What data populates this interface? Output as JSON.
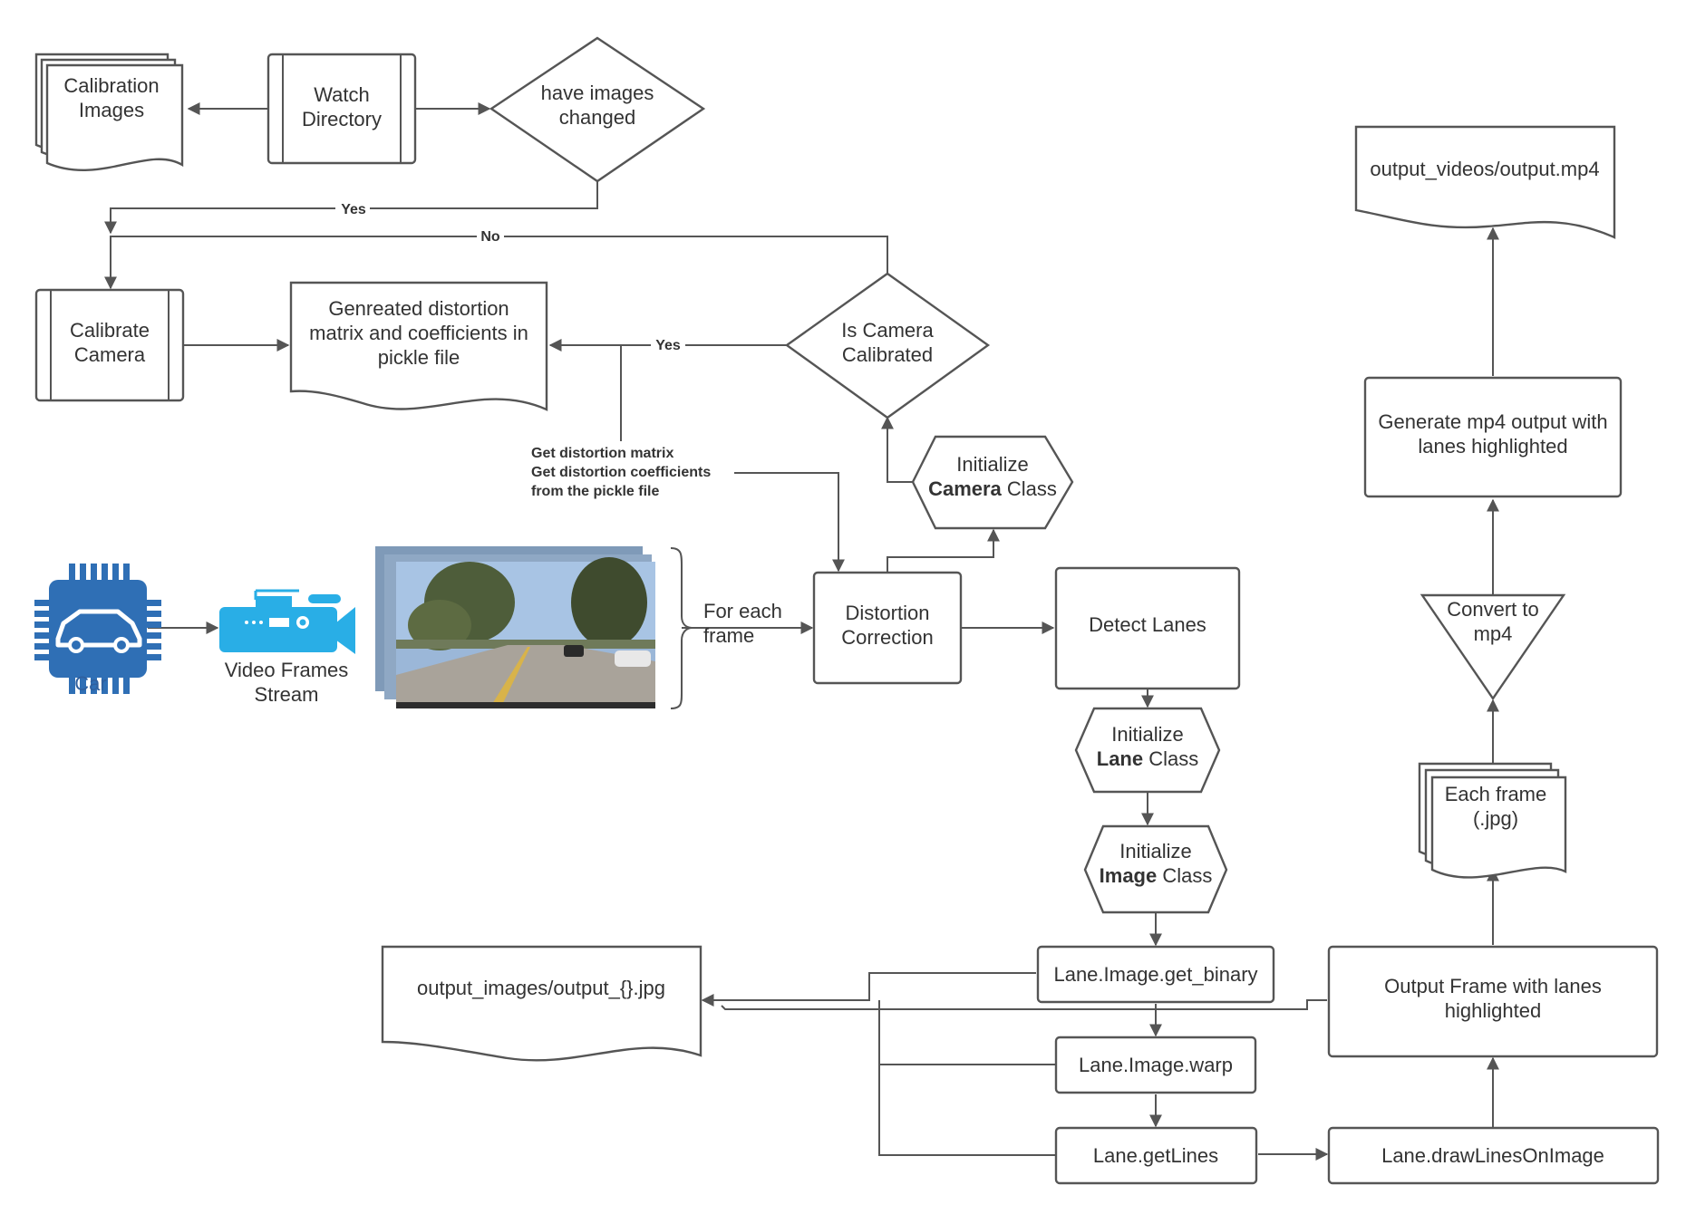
{
  "nodes": {
    "calibration_images": [
      "Calibration",
      "Images"
    ],
    "watch_directory": [
      "Watch",
      "Directory"
    ],
    "images_changed": [
      "have images",
      "changed"
    ],
    "calibrate_camera": [
      "Calibrate",
      "Camera"
    ],
    "pickle_file": [
      "Genreated  distortion",
      "matrix and coefficients in",
      "pickle file"
    ],
    "is_calibrated": [
      "Is Camera",
      "Calibrated"
    ],
    "init_camera": {
      "line1": "Initialize",
      "bold": "Camera",
      "rest": " Class"
    },
    "car": "Car",
    "video_stream": [
      "Video Frames",
      "Stream"
    ],
    "for_each_frame": [
      "For each",
      "frame"
    ],
    "distortion_correction": [
      "Distortion",
      "Correction"
    ],
    "detect_lanes": "Detect Lanes",
    "init_lane": {
      "line1": "Initialize",
      "bold": "Lane",
      "rest": " Class"
    },
    "init_image": {
      "line1": "Initialize",
      "bold": "Image",
      "rest": " Class"
    },
    "get_binary": "Lane.Image.get_binary",
    "warp": "Lane.Image.warp",
    "get_lines": "Lane.getLines",
    "draw_lines": "Lane.drawLinesOnImage",
    "output_images": "output_images/output_{}.jpg",
    "output_frame": [
      "Output Frame with lanes",
      "highlighted"
    ],
    "each_frame": [
      "Each frame",
      "(.jpg)"
    ],
    "convert_mp4": [
      "Convert to",
      "mp4"
    ],
    "generate_mp4": [
      "Generate mp4 output with",
      "lanes highlighted"
    ],
    "output_video": "output_videos/output.mp4"
  },
  "edges": {
    "yes_top": "Yes",
    "no": "No",
    "yes_pickle": "Yes",
    "pickle_note": [
      "Get distortion matrix",
      "Get distortion coefficients",
      "from the pickle file"
    ]
  },
  "colors": {
    "stroke": "#555555",
    "car_icon": "#2f6fb5",
    "camera_icon": "#29aee6"
  },
  "icons": [
    "car-chip-icon",
    "video-camera-icon",
    "road-frames-image"
  ]
}
